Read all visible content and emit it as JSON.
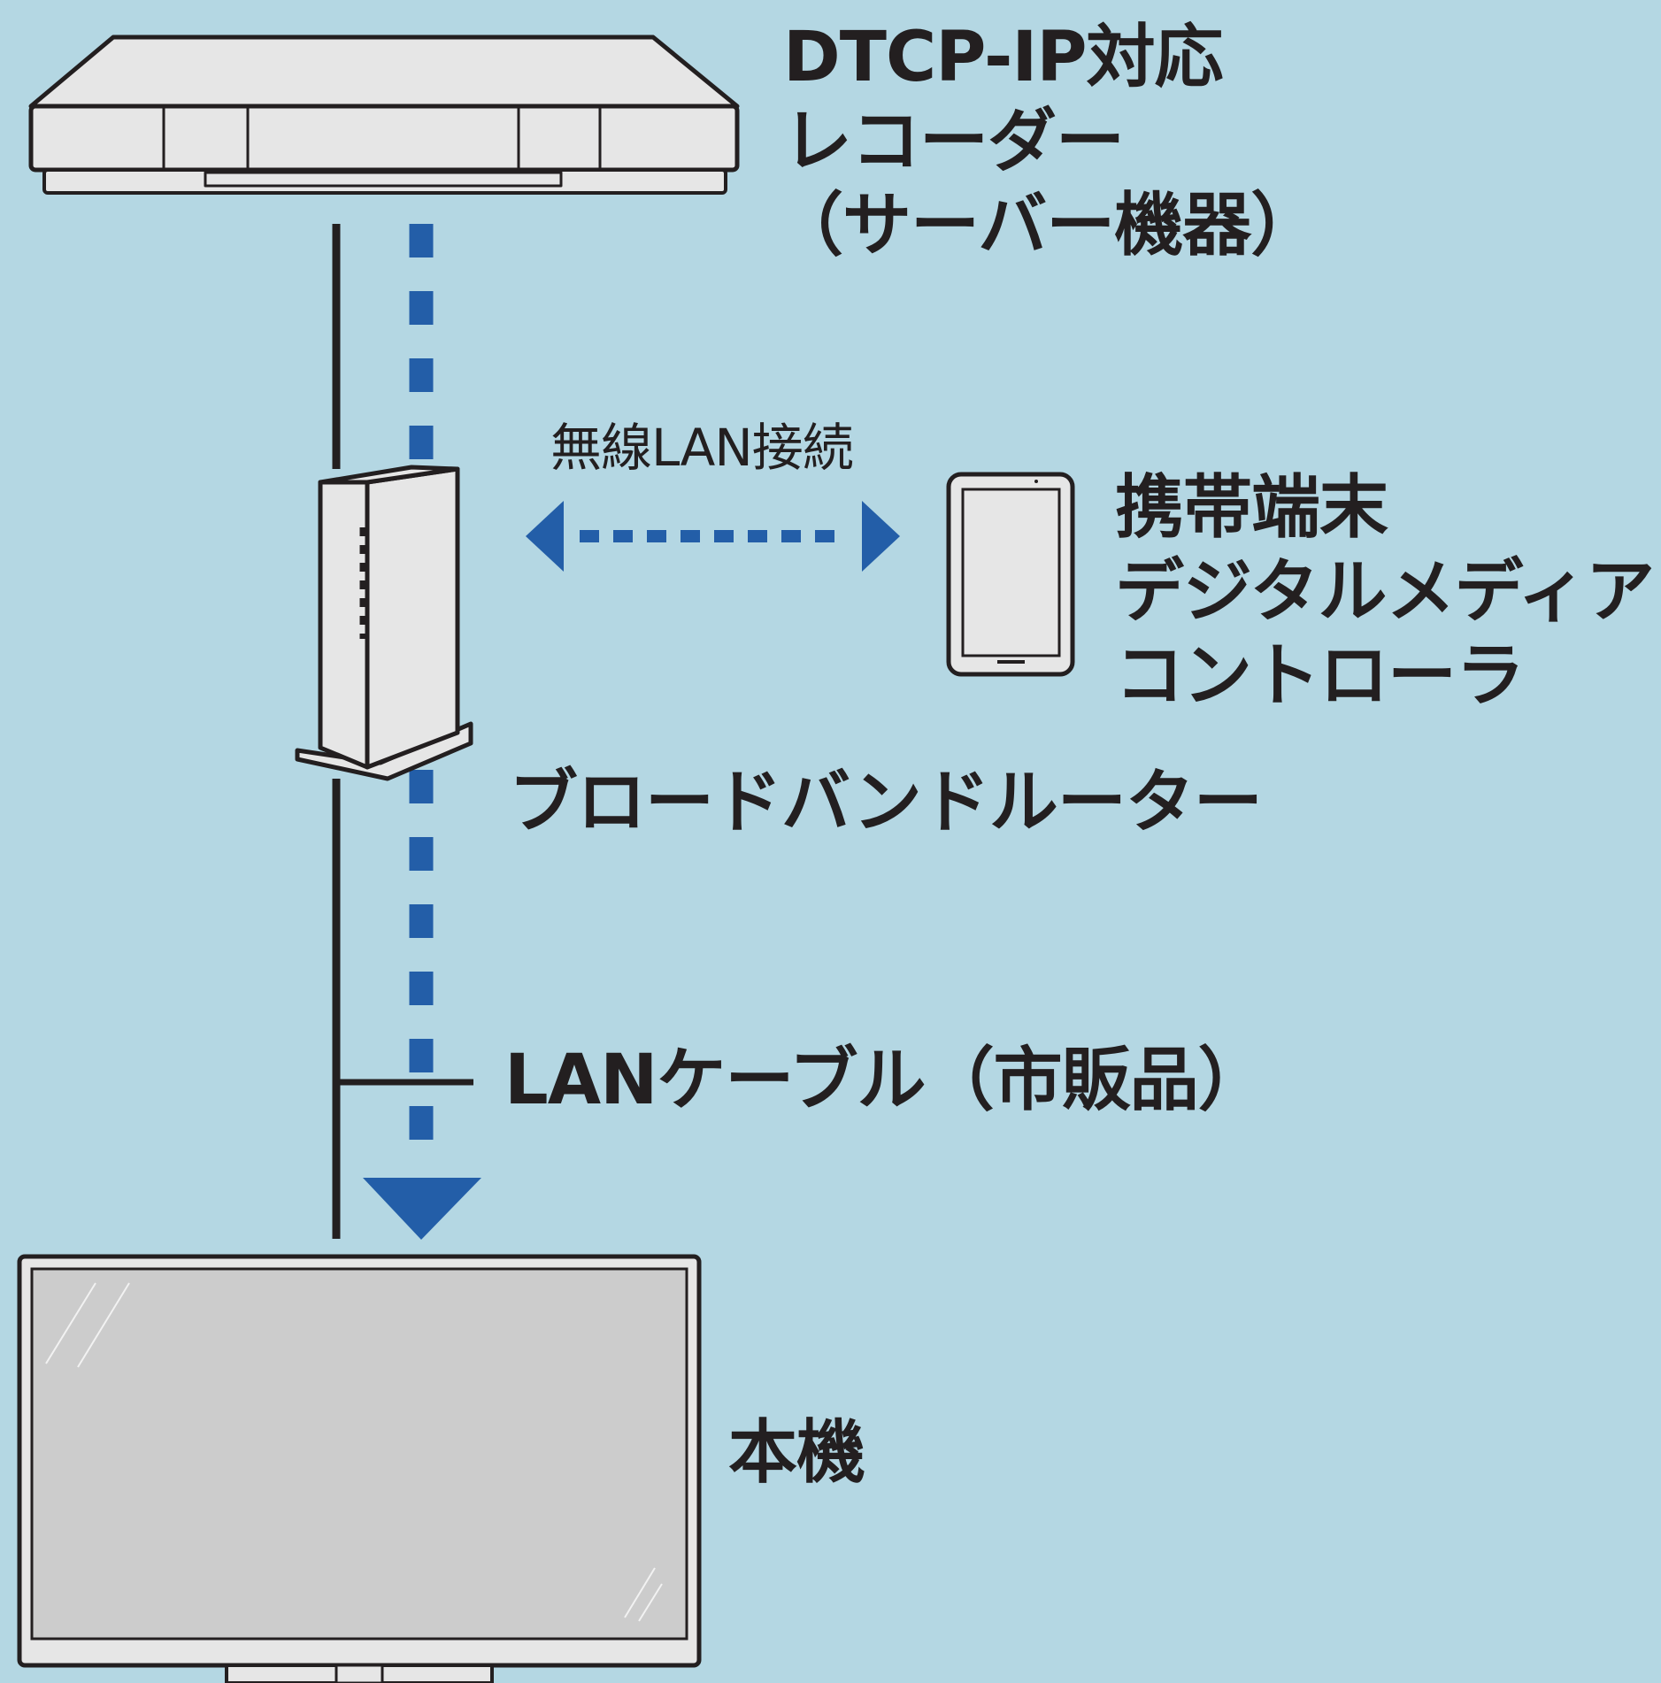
{
  "labels": {
    "recorder": [
      "DTCP-IP対応",
      "レコーダー",
      "（サーバー機器）"
    ],
    "wireless": "無線LAN接続",
    "mobile": [
      "携帯端末",
      "デジタルメディア",
      "コントローラ"
    ],
    "router": "ブロードバンドルーター",
    "lan_cable": "LANケーブル（市販品）",
    "tv": "本機"
  },
  "colors": {
    "background": "#b4d7e3",
    "arrow_blue": "#235ea8",
    "device_fill": "#e6e6e6",
    "screen_fill": "#cccccc",
    "outline": "#231f20"
  }
}
